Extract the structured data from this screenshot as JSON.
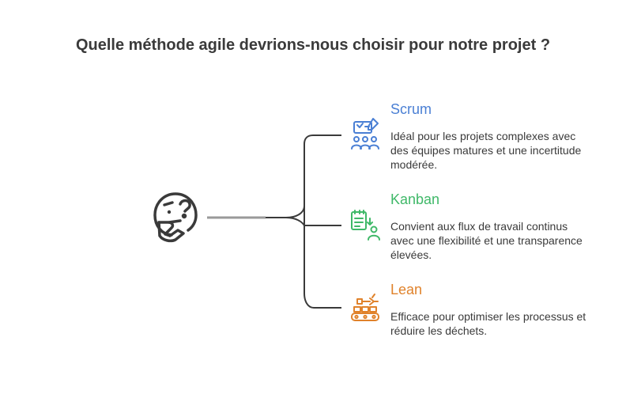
{
  "title": "Quelle méthode agile devrions-nous choisir pour notre projet ?",
  "icons": {
    "central": "thinking-face-icon",
    "scrum": "team-checklist-icon",
    "kanban": "board-person-icon",
    "lean": "conveyor-robot-icon"
  },
  "colors": {
    "text": "#3a3a3a",
    "connector": "#3a3a3a",
    "stem": "#9a9a9a",
    "scrum": "#4a7fd4",
    "kanban": "#3fb868",
    "lean": "#e0822b"
  },
  "options": [
    {
      "title": "Scrum",
      "description": "Idéal pour les projets complexes avec des équipes matures et une incertitude modérée."
    },
    {
      "title": "Kanban",
      "description": "Convient aux flux de travail continus avec une flexibilité et une transparence élevées."
    },
    {
      "title": "Lean",
      "description": "Efficace pour optimiser les processus et réduire les déchets."
    }
  ]
}
